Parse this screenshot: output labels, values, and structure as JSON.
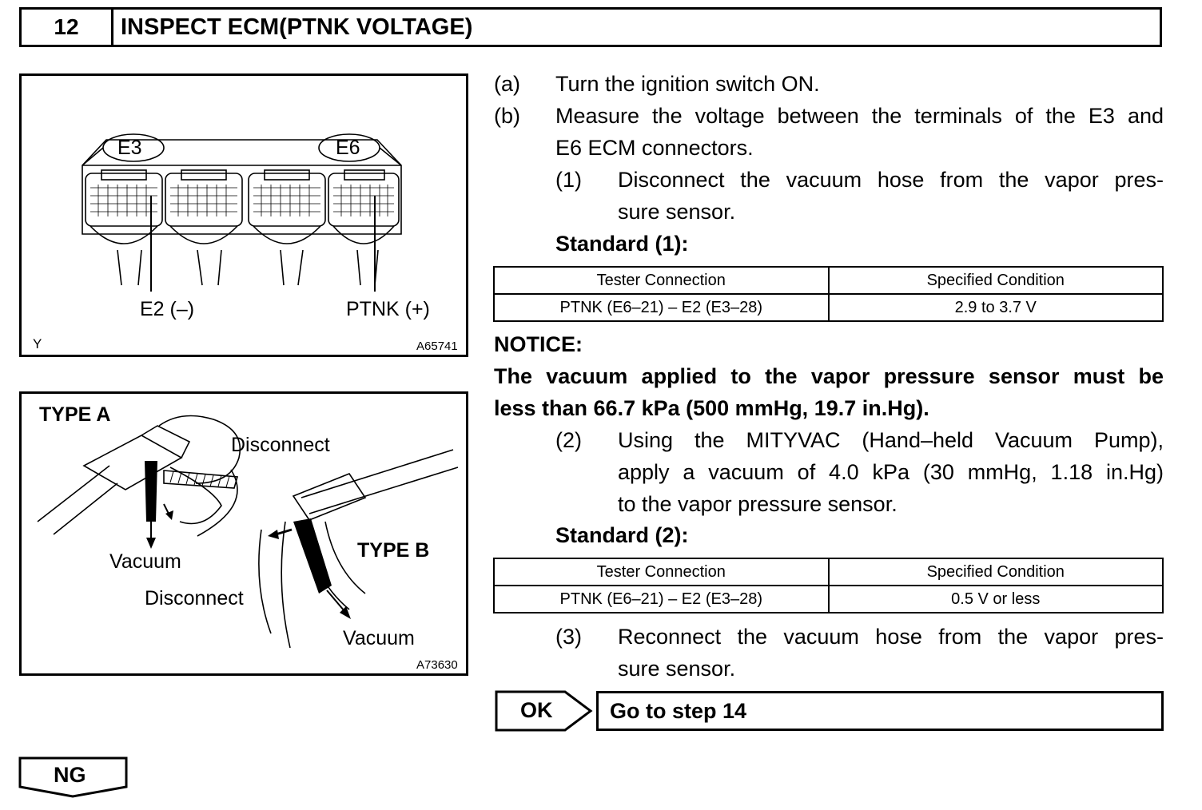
{
  "header": {
    "step_number": "12",
    "title": "INSPECT ECM(PTNK VOLTAGE)"
  },
  "figure1": {
    "connector_left": "E3",
    "connector_right": "E6",
    "label_ground": "E2 (–)",
    "label_signal": "PTNK (+)",
    "corner_mark": "Y",
    "code": "A65741"
  },
  "figure2": {
    "type_a": "TYPE A",
    "type_b": "TYPE B",
    "disconnect_a": "Disconnect",
    "vacuum_a": "Vacuum",
    "disconnect_b": "Disconnect",
    "vacuum_b": "Vacuum",
    "code": "A73630"
  },
  "steps": {
    "a_marker": "(a)",
    "a_text": "Turn the ignition switch ON.",
    "b_marker": "(b)",
    "b_line1": "Measure the voltage between the terminals of the E3 and",
    "b_line2": "E6 ECM connectors.",
    "s1_marker": "(1)",
    "s1_line1": "Disconnect the vacuum hose from the vapor pres-",
    "s1_line2": "sure sensor.",
    "standard1": "Standard (1):",
    "notice_label": "NOTICE:",
    "notice_line1": "The vacuum applied to the vapor pressure sensor must be",
    "notice_line2": "less than 66.7 kPa (500 mmHg, 19.7 in.Hg).",
    "s2_marker": "(2)",
    "s2_line1": "Using the MITYVAC (Hand–held Vacuum Pump),",
    "s2_line2": "apply a vacuum of 4.0 kPa (30 mmHg, 1.18 in.Hg)",
    "s2_line3": "to the vapor pressure sensor.",
    "standard2": "Standard (2):",
    "s3_marker": "(3)",
    "s3_line1": "Reconnect the vacuum hose from the vapor pres-",
    "s3_line2": "sure sensor."
  },
  "table1": {
    "header": [
      "Tester Connection",
      "Specified Condition"
    ],
    "row": [
      "PTNK (E6–21) – E2 (E3–28)",
      "2.9 to 3.7 V"
    ]
  },
  "table2": {
    "header": [
      "Tester Connection",
      "Specified Condition"
    ],
    "row": [
      "PTNK (E6–21) – E2 (E3–28)",
      "0.5 V or less"
    ]
  },
  "result": {
    "ok_label": "OK",
    "ok_action": "Go to step 14",
    "ng_label": "NG"
  }
}
